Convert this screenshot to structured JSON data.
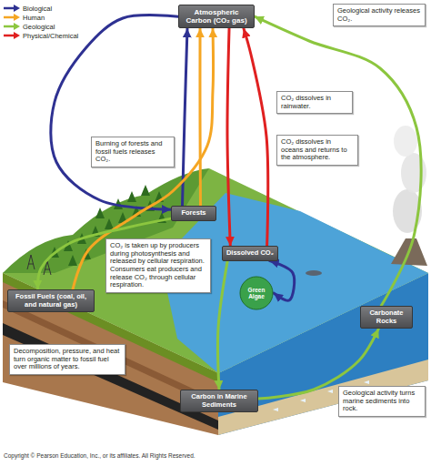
{
  "diagram": {
    "nodes": [
      {
        "text": [
          "Atmospheric Carbon (CO₂ gas)"
        ]
      },
      {
        "text": [
          "Geological activity releases CO₂."
        ]
      },
      {
        "text": [
          "Burning of forests and fossil fuels releases CO₂."
        ]
      },
      {
        "text": [
          "CO₂ dissolves in rainwater."
        ]
      },
      {
        "text": [
          "CO₂ dissolves in oceans and returns to the atmosphere."
        ]
      },
      {
        "text": [
          "Forests"
        ]
      },
      {
        "text": [
          "Dissolved CO₂"
        ]
      },
      {
        "text": [
          "CO₂ is taken up by producers during photosynthesis and released by cellular respiration. Consumers eat producers and release CO₂ through cellular respiration."
        ]
      },
      {
        "text": [
          "Green Algae"
        ]
      },
      {
        "text": [
          "Fossil Fuels (coal, oil, and natural gas)"
        ]
      },
      {
        "text": [
          "Carbonate Rocks"
        ]
      },
      {
        "text": [
          "Decomposition, pressure, and heat turn organic matter to fossil fuel over millions of years."
        ]
      },
      {
        "text": [
          "Carbon in Marine Sediments"
        ]
      },
      {
        "text": [
          "Geological activity turns marine sediments into rock."
        ]
      }
    ],
    "edges": [
      {
        "from": 0,
        "to": 5,
        "arrow": "to"
      },
      {
        "from": 5,
        "to": 0,
        "arrow": "to"
      },
      {
        "from": 5,
        "to": 0,
        "arrow": "to"
      },
      {
        "from": 9,
        "to": 0,
        "arrow": "to"
      },
      {
        "from": 0,
        "to": 6,
        "arrow": "to"
      },
      {
        "from": 6,
        "to": 0,
        "arrow": "to"
      },
      {
        "from": 6,
        "to": 8,
        "arrow": "both"
      },
      {
        "from": 10,
        "to": 0,
        "arrow": "to"
      },
      {
        "from": 12,
        "to": 10,
        "arrow": "to"
      },
      {
        "from": 6,
        "to": 12,
        "arrow": "to"
      },
      {
        "from": 5,
        "to": 9,
        "arrow": "to"
      }
    ],
    "labels": [
      "Copyright © Pearson Education, Inc., or its affiliates. All Rights Reserved."
    ],
    "legend": [
      {
        "text": "Biological",
        "color": "#2e3192"
      },
      {
        "text": "Human",
        "color": "#f5a623"
      },
      {
        "text": "Geological",
        "color": "#8cc63f"
      },
      {
        "text": "Physical/Chemical",
        "color": "#e02020"
      }
    ]
  }
}
